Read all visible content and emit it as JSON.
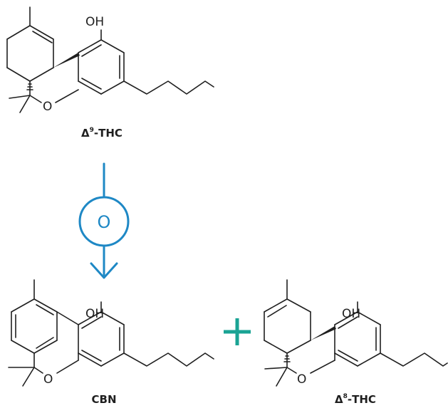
{
  "colors": {
    "accent": "#1e88c5",
    "plus": "#1aa394",
    "ink": "#1f1f1f"
  },
  "reaction": {
    "reactant": {
      "name_prefix": "Δ",
      "name_sup": "9",
      "name_suffix": "-THC"
    },
    "arrow": {
      "label": "O"
    },
    "products": [
      {
        "name": "CBN"
      },
      {
        "name_prefix": "Δ",
        "name_sup": "8",
        "name_suffix": "-THC"
      }
    ],
    "plus_icon": "plus-icon"
  },
  "atoms": {
    "hydroxyl": "OH",
    "oxygen": "O"
  }
}
